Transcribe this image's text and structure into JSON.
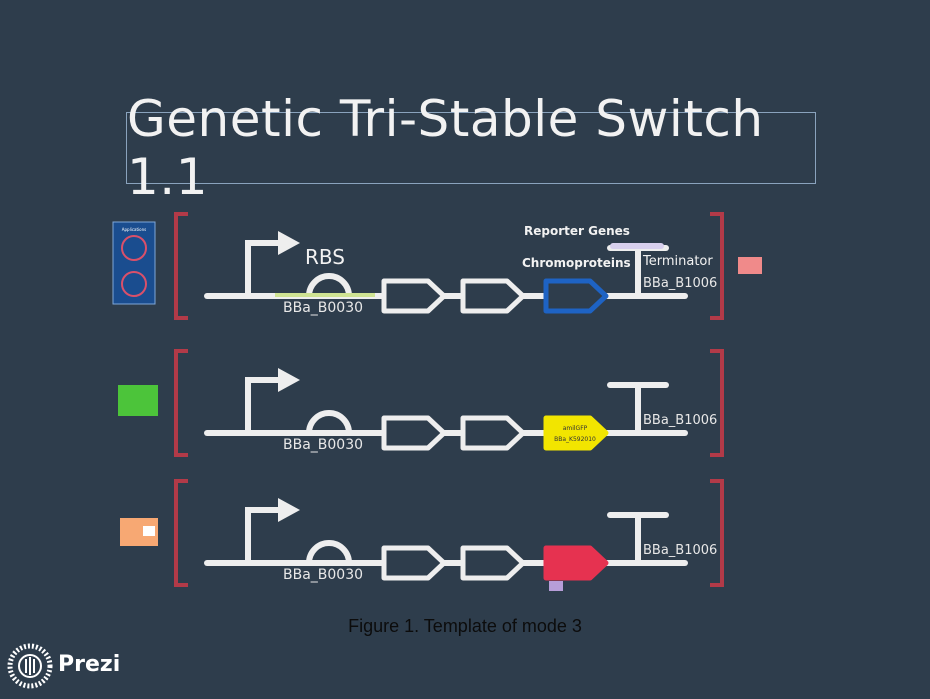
{
  "title": "Genetic Tri-Stable Switch 1.1",
  "caption": "Figure 1. Template of mode 3",
  "logo": {
    "text": "Prezi"
  },
  "labels": {
    "rbs": "RBS",
    "reporter_genes": "Reporter Genes",
    "chromoproteins": "Chromoproteins",
    "terminator": "Terminator",
    "rbs_part": "BBa_B0030",
    "terminator_part": "BBa_B1006",
    "yellow_gene": "amilGFP",
    "yellow_part": "BBa_K592010"
  },
  "side_cards": [
    {
      "name": "applications-card",
      "color": "#1a4d8f",
      "title": "Applications"
    },
    {
      "name": "green-card",
      "color": "#4cc43a"
    },
    {
      "name": "orange-card",
      "color": "#f7a873"
    }
  ],
  "gene_colors": {
    "blue": "#1e63c4",
    "yellow": "#f2e500",
    "red": "#e63250"
  },
  "colors": {
    "background": "#2e3d4c",
    "bracket": "#b23a48",
    "line": "#eeeeee"
  }
}
